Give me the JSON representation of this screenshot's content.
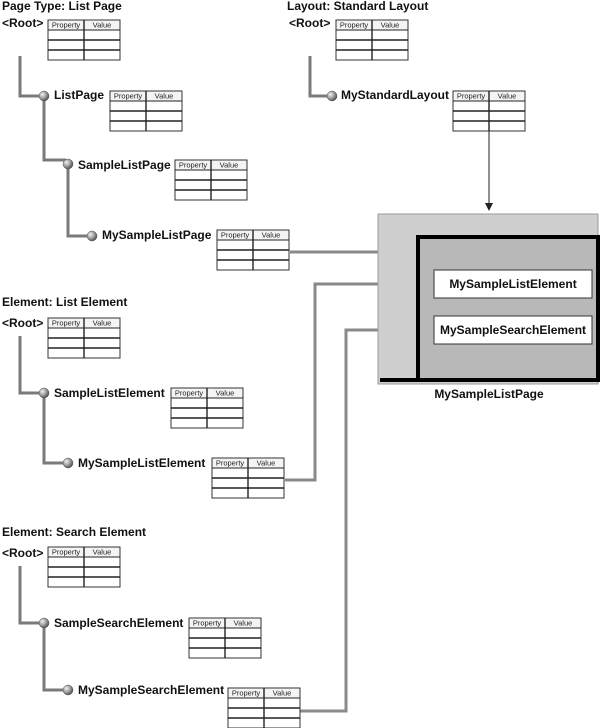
{
  "colors": {
    "line": "#7a7a7a",
    "table_header_bg": "#ffffff",
    "table_row_bg": "#ffffff",
    "panel_outer": "#c9c9c9",
    "panel_inner": "#b9b9b9",
    "panel_border": "#000000"
  },
  "table_headers": {
    "property": "Property",
    "value": "Value"
  },
  "sections": [
    {
      "title": "Page Type: List Page",
      "nodes": [
        {
          "label": "<Root>",
          "icon": "none"
        },
        {
          "label": "ListPage",
          "icon": "ball-node-icon"
        },
        {
          "label": "SampleListPage",
          "icon": "ball-node-icon"
        },
        {
          "label": "MySampleListPage",
          "icon": "ball-node-icon"
        }
      ]
    },
    {
      "title": "Layout: Standard Layout",
      "nodes": [
        {
          "label": "<Root>",
          "icon": "none"
        },
        {
          "label": "MyStandardLayout",
          "icon": "ball-node-icon"
        }
      ]
    },
    {
      "title": "Element: List Element",
      "nodes": [
        {
          "label": "<Root>",
          "icon": "none"
        },
        {
          "label": "SampleListElement",
          "icon": "ball-node-icon"
        },
        {
          "label": "MySampleListElement",
          "icon": "ball-node-icon"
        }
      ]
    },
    {
      "title": "Element: Search Element",
      "nodes": [
        {
          "label": "<Root>",
          "icon": "none"
        },
        {
          "label": "SampleSearchElement",
          "icon": "ball-node-icon"
        },
        {
          "label": "MySampleSearchElement",
          "icon": "ball-node-icon"
        }
      ]
    }
  ],
  "result_panel": {
    "elements": [
      "MySampleListElement",
      "MySampleSearchElement"
    ],
    "caption": "MySampleListPage"
  }
}
